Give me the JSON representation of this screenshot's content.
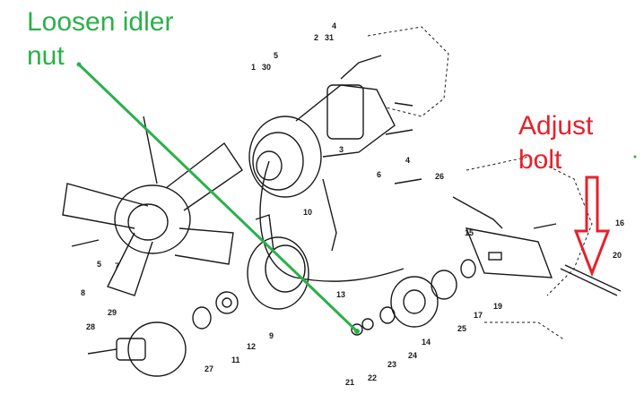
{
  "callouts": {
    "loosen": {
      "line1": "Loosen idler",
      "line2": "nut",
      "color": "#2bb04a"
    },
    "adjust": {
      "line1": "Adjust",
      "line2": "bolt",
      "color": "#e8202a"
    }
  },
  "part_numbers": [
    "1",
    "2",
    "3",
    "4",
    "4",
    "5",
    "5",
    "6",
    "7",
    "8",
    "9",
    "10",
    "11",
    "12",
    "13",
    "14",
    "15",
    "16",
    "17",
    "19",
    "20",
    "21",
    "22",
    "23",
    "24",
    "25",
    "26",
    "27",
    "28",
    "29",
    "30",
    "31"
  ],
  "colors": {
    "ink": "#1a1a1a",
    "green": "#2bb04a",
    "red": "#e8202a"
  }
}
